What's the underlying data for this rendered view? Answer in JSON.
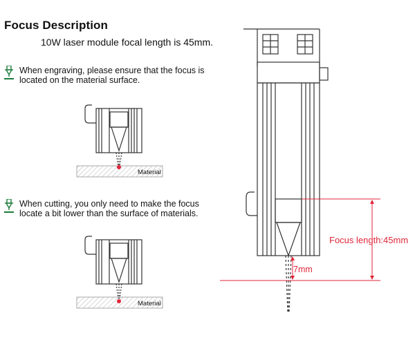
{
  "title": "Focus Description",
  "subtitle": "10W laser module focal length is 45mm.",
  "engraving": {
    "line1": "When engraving, please ensure that the focus is",
    "line2": "located on the material surface.",
    "material_label": "Material"
  },
  "cutting": {
    "line1": "When cutting, you only need to make the focus",
    "line2": "locate a bit lower than the surface of materials.",
    "material_label": "Material"
  },
  "module": {
    "focus_length_label": "Focus length:45mm",
    "offset_label": "7mm"
  },
  "colors": {
    "accent": "#e0263a",
    "tip_icon": "#1a7a3a"
  }
}
